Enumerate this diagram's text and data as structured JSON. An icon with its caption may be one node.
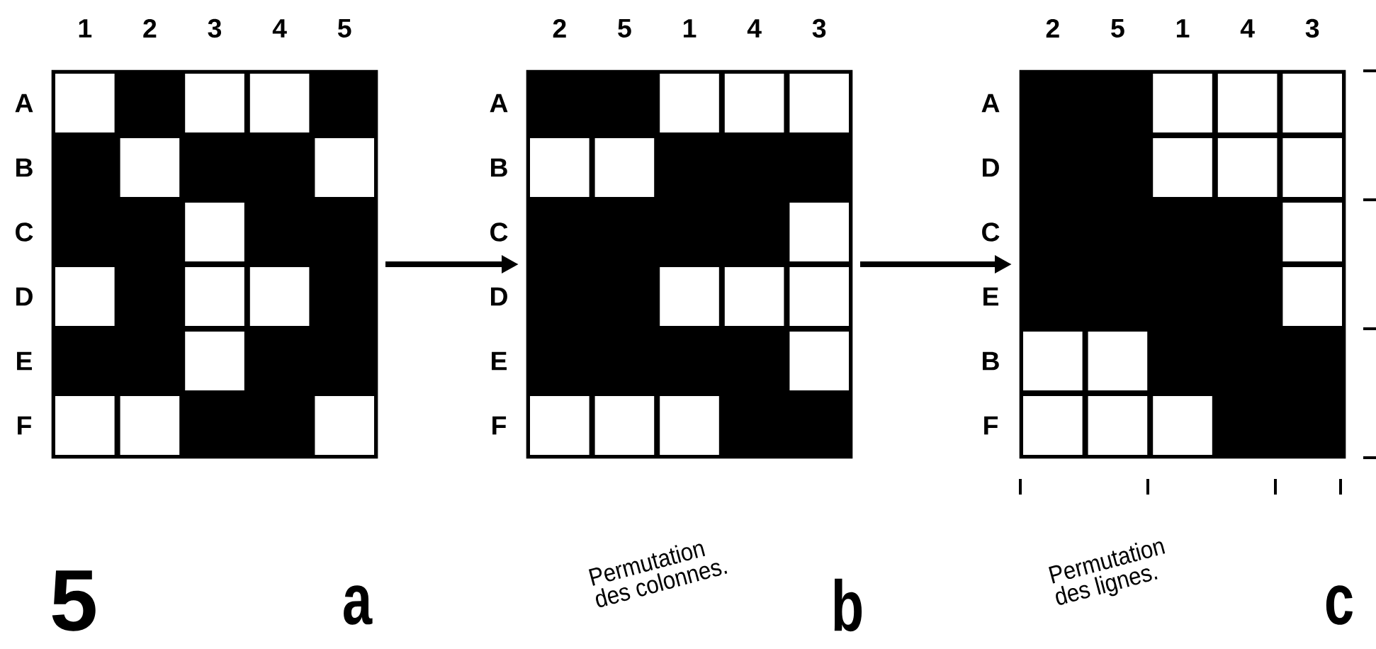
{
  "diagram": {
    "nodes": [
      {
        "text": [],
        "shape": "box"
      },
      {
        "text": [],
        "shape": "box"
      },
      {
        "text": [],
        "shape": "box"
      }
    ],
    "edges": [
      {
        "from": 0,
        "to": 1,
        "arrow": "to"
      },
      {
        "from": 1,
        "to": 2,
        "arrow": "to"
      }
    ],
    "labels": [
      "1",
      "2",
      "3",
      "4",
      "5",
      "A",
      "B",
      "C",
      "D",
      "E",
      "F",
      "2",
      "5",
      "1",
      "4",
      "3",
      "A",
      "B",
      "C",
      "D",
      "E",
      "F",
      "2",
      "5",
      "1",
      "4",
      "3",
      "A",
      "D",
      "C",
      "E",
      "B",
      "F",
      "5",
      "a",
      "Permutation des colonnes.",
      "b",
      "Permutation des lignes.",
      "c"
    ]
  }
}
